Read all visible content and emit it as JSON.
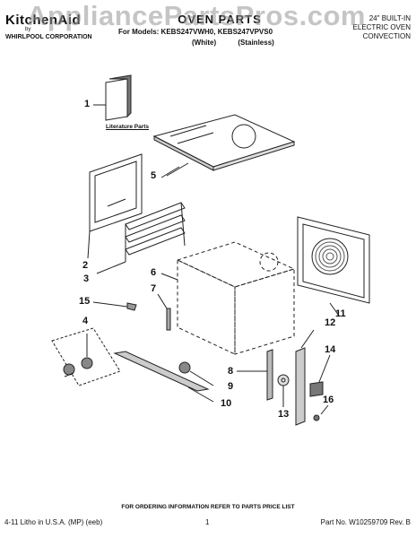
{
  "header": {
    "brand": "KitchenAid",
    "brand_by": "by",
    "brand_company": "WHIRLPOOL CORPORATION",
    "title": "OVEN PARTS",
    "models_line": "For Models: KEBS247VWH0, KEBS247VPVS0",
    "variant_white": "(White)",
    "variant_stainless": "(Stainless)",
    "right_line1": "24\" BUILT-IN",
    "right_line2": "ELECTRIC OVEN",
    "right_line3": "CONVECTION"
  },
  "watermark": "AppliancePartsPros.com",
  "literature_label": "Literature Parts",
  "callouts": [
    "1",
    "2",
    "3",
    "4",
    "5",
    "6",
    "7",
    "8",
    "9",
    "10",
    "11",
    "12",
    "13",
    "14",
    "15",
    "16"
  ],
  "footer": {
    "note": "FOR ORDERING INFORMATION REFER TO PARTS PRICE LIST",
    "left": "4-11 Litho in U.S.A. (MP) (eeb)",
    "center": "1",
    "right": "Part No. W10259709 Rev. B"
  }
}
